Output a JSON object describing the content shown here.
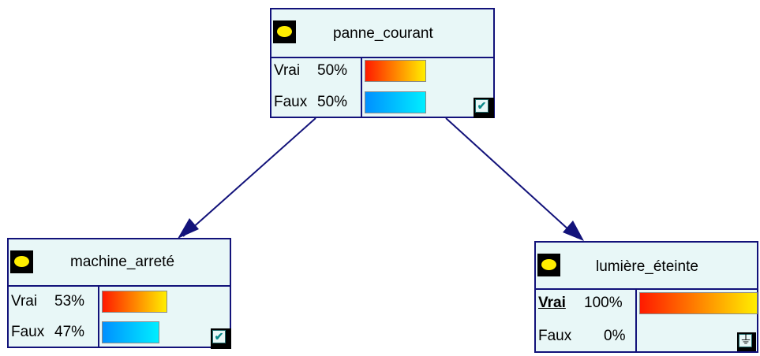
{
  "nodes": {
    "panne_courant": {
      "title": "panne_courant",
      "states": [
        {
          "name": "Vrai",
          "percent": "50%",
          "value": 0.5
        },
        {
          "name": "Faux",
          "percent": "50%",
          "value": 0.5
        }
      ],
      "status_icon": "check-icon"
    },
    "machine_arrete": {
      "title": "machine_arreté",
      "states": [
        {
          "name": "Vrai",
          "percent": "53%",
          "value": 0.53
        },
        {
          "name": "Faux",
          "percent": "47%",
          "value": 0.47
        }
      ],
      "status_icon": "check-icon"
    },
    "lumiere_eteinte": {
      "title": "lumière_éteinte",
      "states": [
        {
          "name": "Vrai",
          "percent": "100%",
          "value": 1.0,
          "observed": true
        },
        {
          "name": "Faux",
          "percent": "0%",
          "value": 0.0
        }
      ],
      "status_icon": "ground-icon"
    }
  },
  "edges": [
    {
      "from": "panne_courant",
      "to": "machine_arreté"
    },
    {
      "from": "panne_courant",
      "to": "lumière_éteinte"
    }
  ],
  "colors": {
    "border": "#12127a",
    "node_fill": "#e8f7f7",
    "true_bar_start": "#ff1a00",
    "true_bar_end": "#ffee00",
    "false_bar_start": "#0090ff",
    "false_bar_end": "#00eeff",
    "icon_oval": "#ffee00"
  }
}
